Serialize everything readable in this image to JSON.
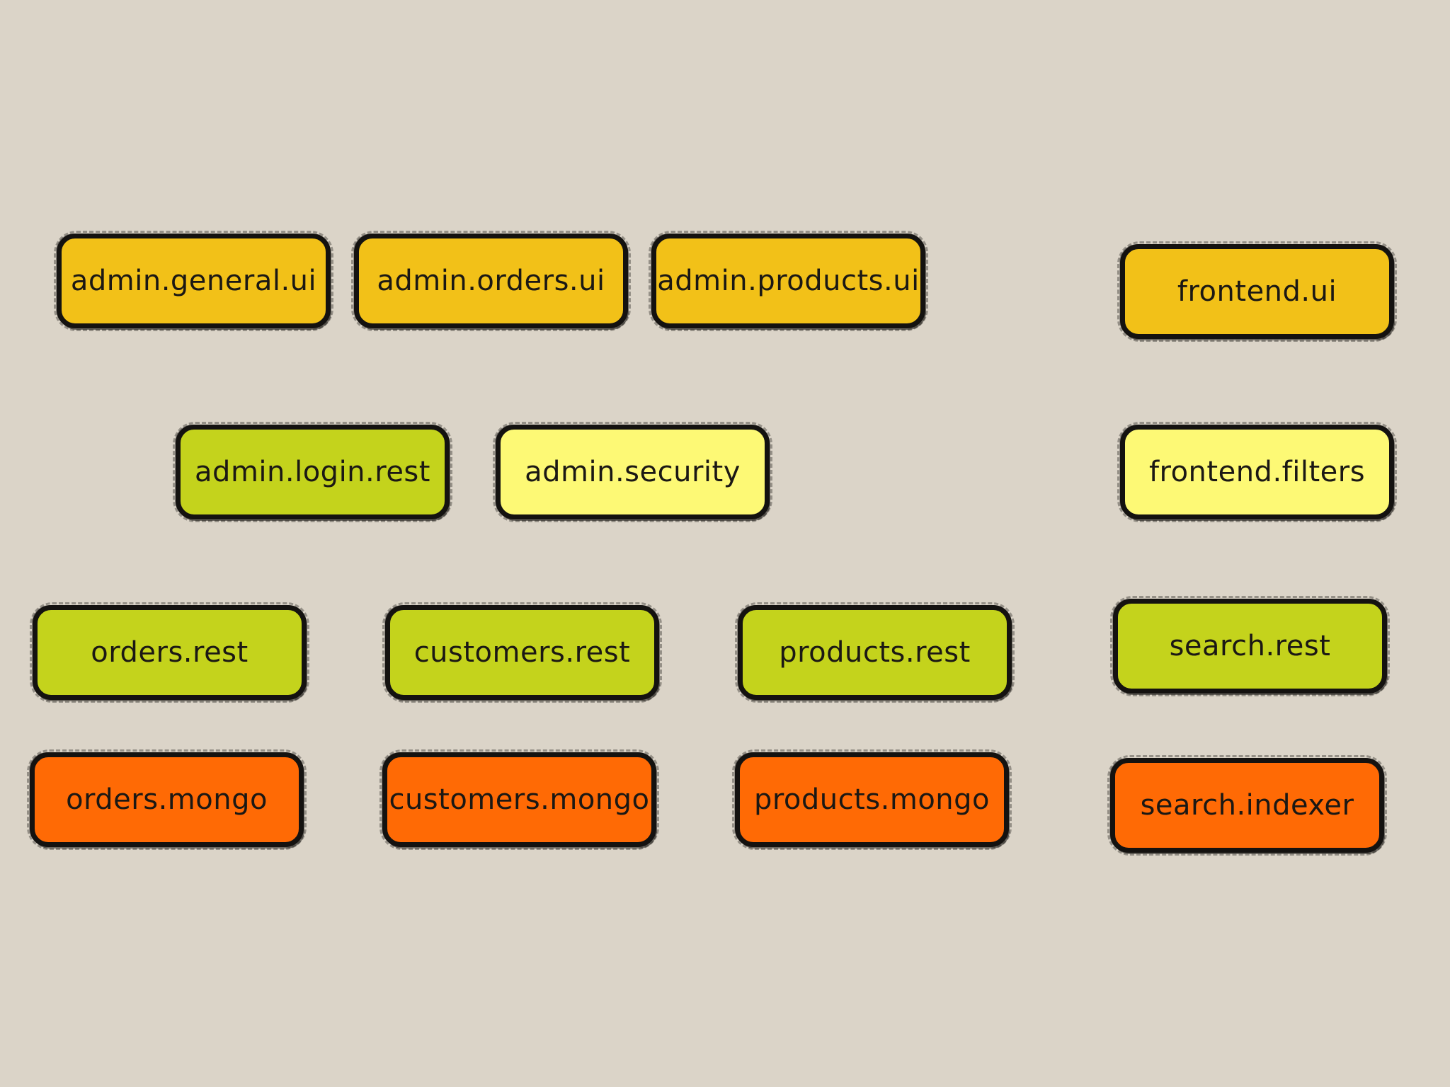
{
  "colors": {
    "background": "#dbd4c8",
    "amber": "#f2c118",
    "green": "#c4d31c",
    "yellow": "#fdf975",
    "orange": "#ff6a05",
    "outline": "#141210"
  },
  "modules": {
    "admin_general_ui": "admin.general.ui",
    "admin_orders_ui": "admin.orders.ui",
    "admin_products_ui": "admin.products.ui",
    "frontend_ui": "frontend.ui",
    "admin_login_rest": "admin.login.rest",
    "admin_security": "admin.security",
    "frontend_filters": "frontend.filters",
    "orders_rest": "orders.rest",
    "customers_rest": "customers.rest",
    "products_rest": "products.rest",
    "search_rest": "search.rest",
    "orders_mongo": "orders.mongo",
    "customers_mongo": "customers.mongo",
    "products_mongo": "products.mongo",
    "search_indexer": "search.indexer"
  }
}
